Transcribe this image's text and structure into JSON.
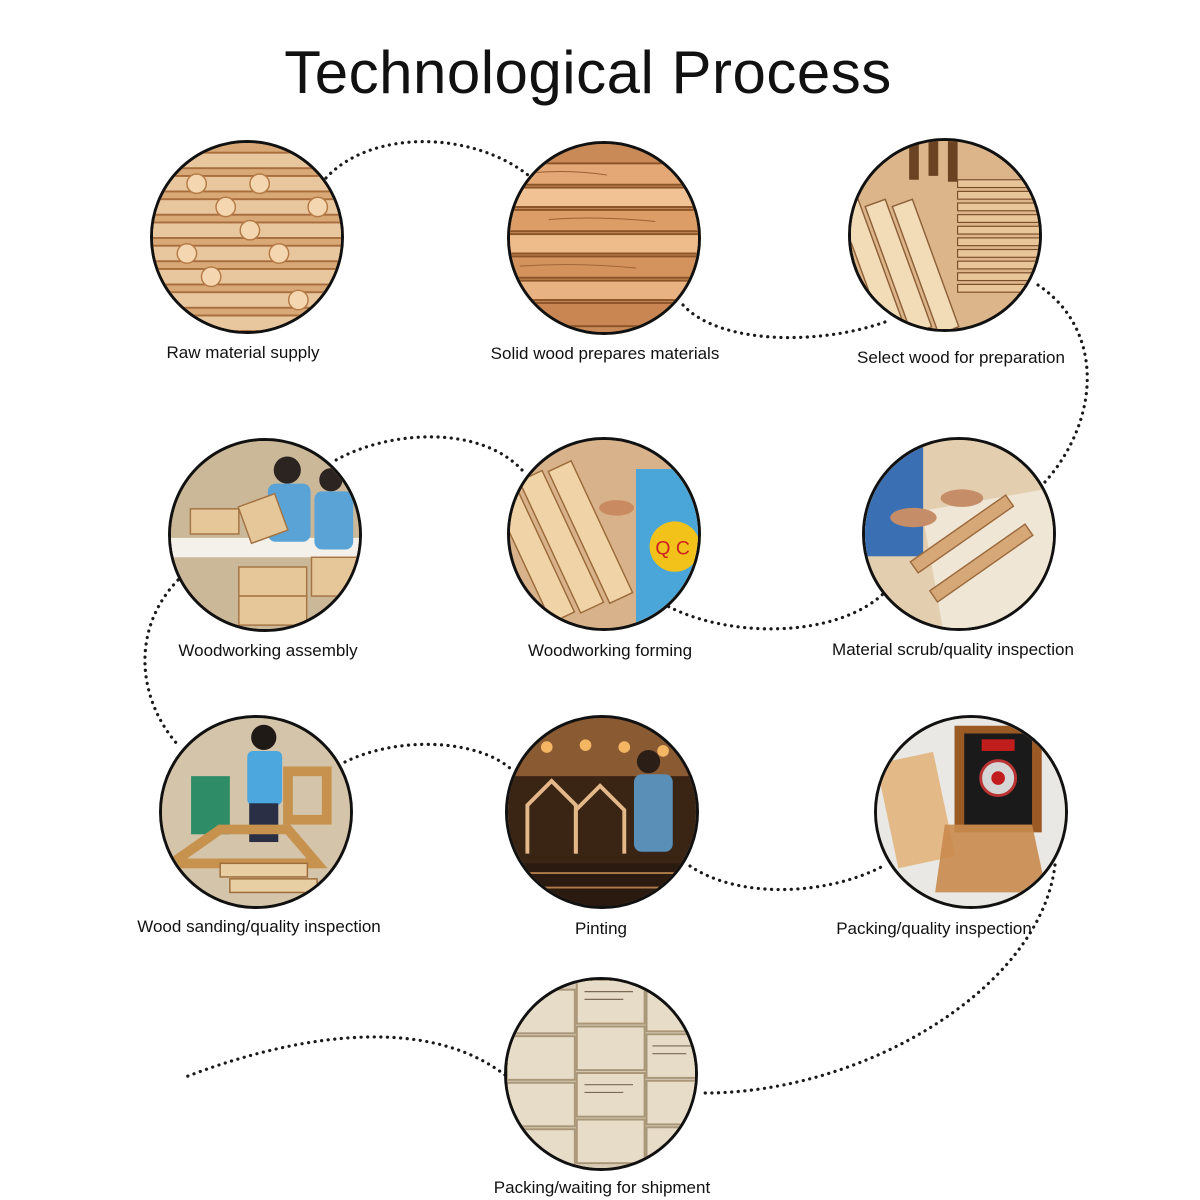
{
  "title": "Technological Process",
  "steps": [
    {
      "label": "Raw material supply",
      "image": "stacked-round-wood-moulding-photo"
    },
    {
      "label": "Solid wood prepares materials",
      "image": "pine-board-stack-photo"
    },
    {
      "label": "Select wood for preparation",
      "image": "sorted-wood-strips-photo"
    },
    {
      "label": "Material scrub/quality inspection",
      "image": "workers-sanding-boards-photo"
    },
    {
      "label": "Woodworking forming",
      "image": "qc-worker-holding-profiles-photo"
    },
    {
      "label": "Woodworking assembly",
      "image": "assembly-workshop-photo"
    },
    {
      "label": "Wood sanding/quality inspection",
      "image": "sanding-station-photo"
    },
    {
      "label": "Pinting",
      "image": "painting-line-photo"
    },
    {
      "label": "Packing/quality inspection",
      "image": "medal-box-packing-photo"
    },
    {
      "label": "Packing/waiting for shipment",
      "image": "carton-stack-photo"
    }
  ],
  "colors": {
    "connector": "#1a1a1a",
    "frame": "#111111",
    "wood": "#d9b48a"
  }
}
